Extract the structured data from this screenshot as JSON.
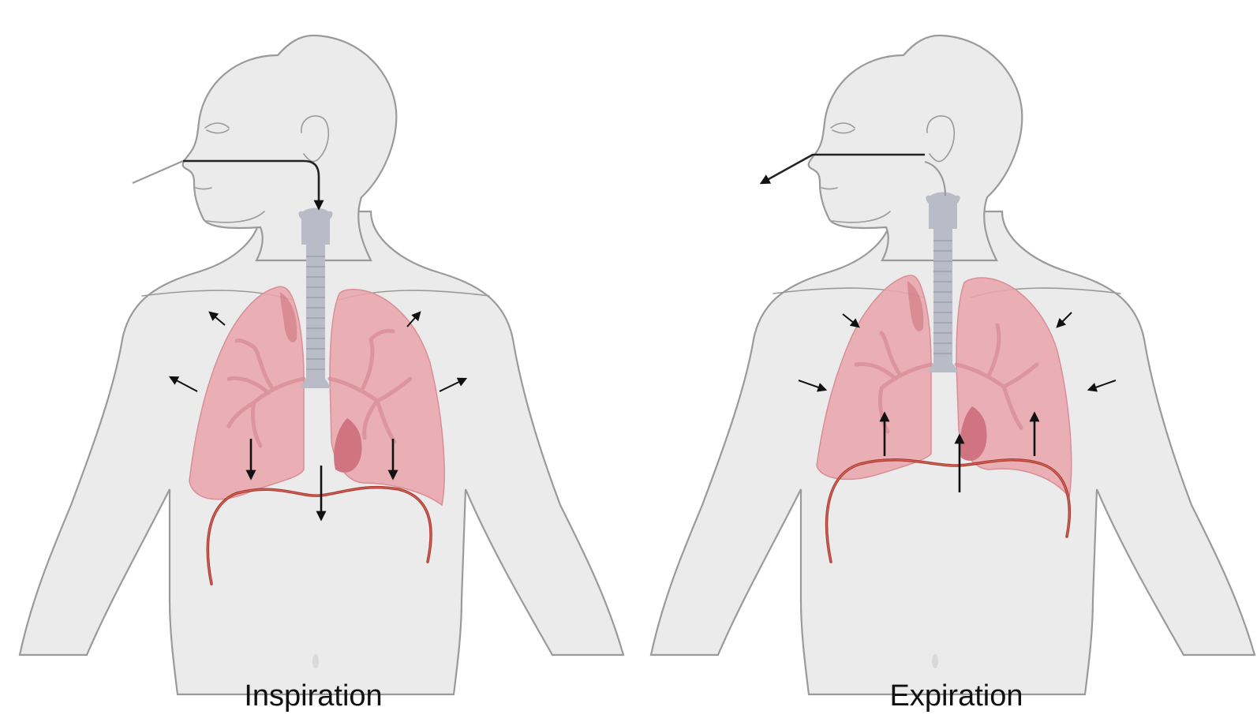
{
  "panels": [
    {
      "id": "inspiration",
      "label": "Inspiration"
    },
    {
      "id": "expiration",
      "label": "Expiration"
    }
  ],
  "colors": {
    "body_fill": "#ebebeb",
    "body_outline": "#9a9a9a",
    "lung": "#e9a6ad",
    "trachea": "#b9bcc6",
    "diaphragm": "#a8382e",
    "arrow": "#111111"
  }
}
